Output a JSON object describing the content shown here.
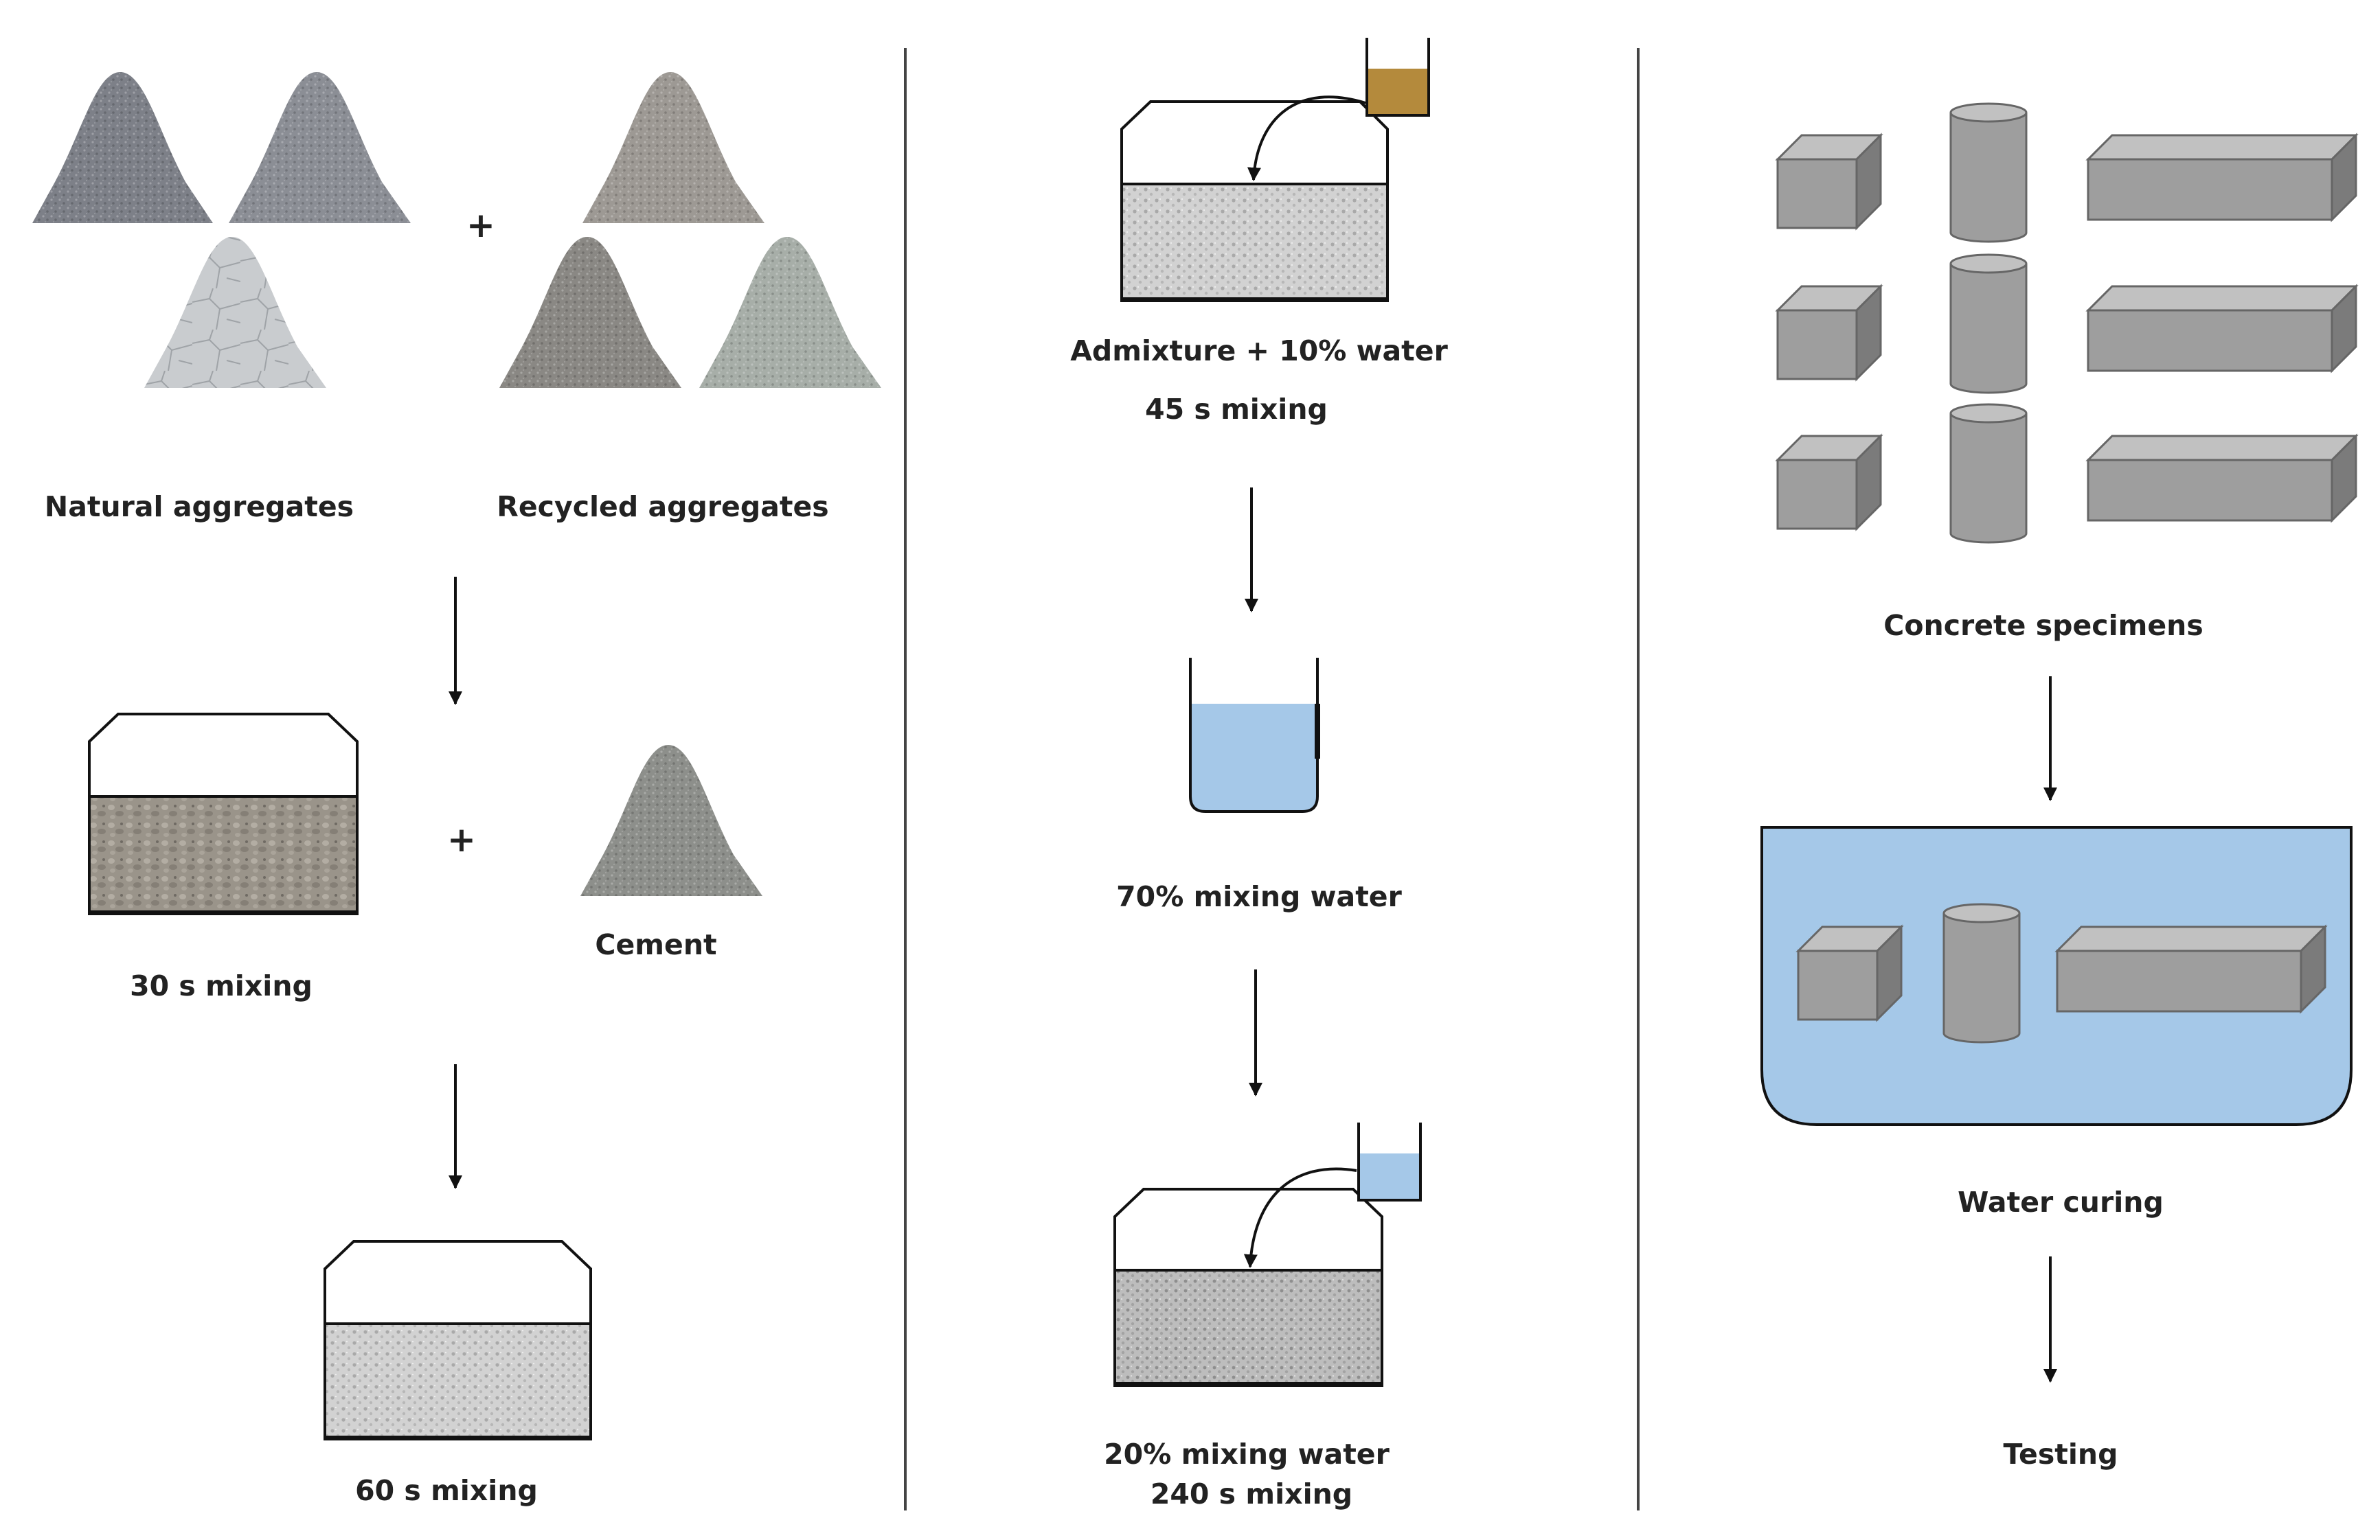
{
  "labels": {
    "natural_aggregates": "Natural aggregates",
    "recycled_aggregates": "Recycled aggregates",
    "plus_aggregates": "+",
    "mix_30s": "30 s mixing",
    "plus_cement": "+",
    "cement": "Cement",
    "mix_60s": "60 s mixing",
    "admixture": "Admixture + 10% water",
    "mix_45s": "45 s mixing",
    "water_70": "70% mixing water",
    "water_20": "20% mixing water",
    "mix_240s": "240 s mixing",
    "concrete_specimens": "Concrete specimens",
    "water_curing": "Water curing",
    "testing": "Testing"
  },
  "colors": {
    "water": "#a5c8e8",
    "admixture": "#b48a3c",
    "specimen": "#9e9e9e",
    "natural_1": "#7d8088",
    "natural_2": "#8b8e95",
    "natural_3": "#c9cccf",
    "recycled_1": "#9d9994",
    "recycled_2": "#8a8884",
    "recycled_3": "#a7aea8",
    "cement": "#8d8f8b",
    "concrete_mix": "#cfcfcf",
    "aggregate_mix": "#9a948a"
  }
}
